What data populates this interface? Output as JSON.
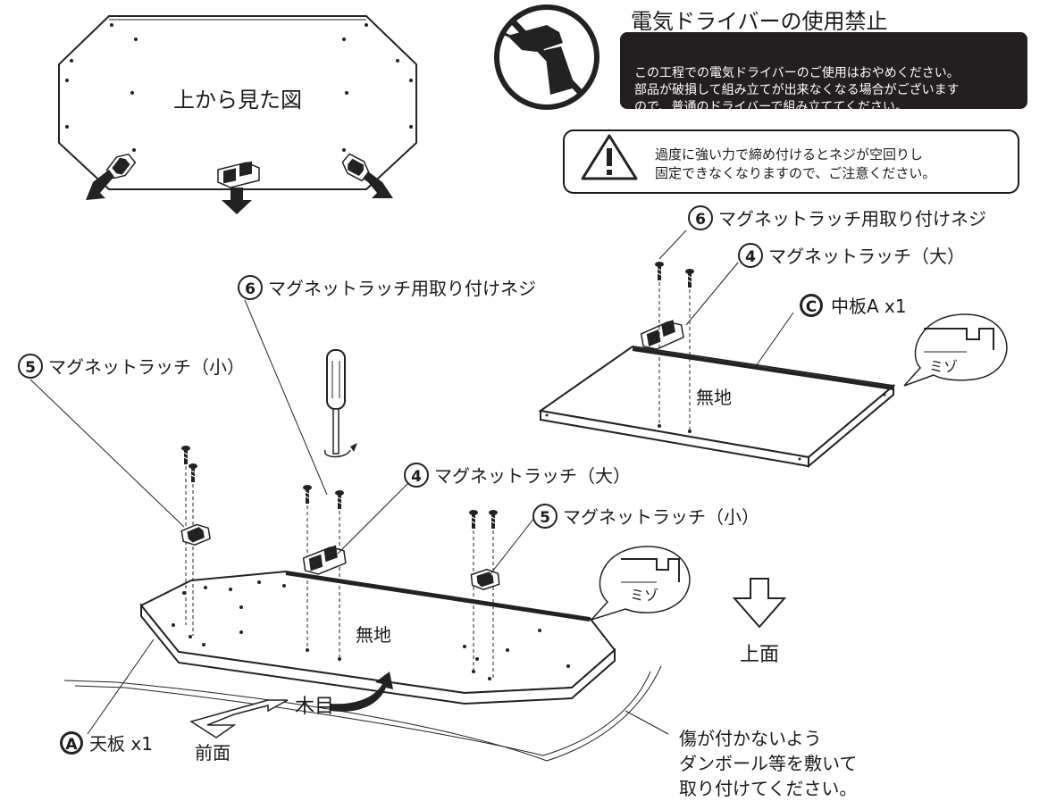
{
  "top_view": {
    "label": "上から見た図"
  },
  "warning": {
    "title": "電気ドライバーの使用禁止",
    "body": "この工程での電気ドライバーのご使用はおやめください。\n部品が破損して組み立てが出来なくなる場合がございます\nので、普通のドライバーで組み立ててください。",
    "icon": "no-electric-drill-icon"
  },
  "caution": {
    "body": "過度に強い力で締め付けるとネジが空回りし\n固定できなくなりますので、ご注意ください。",
    "icon": "exclamation-triangle-icon"
  },
  "parts": {
    "p6_right": {
      "number": "6",
      "label": "マグネットラッチ用取り付けネジ"
    },
    "p4_right": {
      "number": "4",
      "label": "マグネットラッチ（大）"
    },
    "pC": {
      "letter": "C",
      "label": "中板A x1"
    },
    "p6_left": {
      "number": "6",
      "label": "マグネットラッチ用取り付けネジ"
    },
    "p5_left": {
      "number": "5",
      "label": "マグネットラッチ（小）"
    },
    "p4_center": {
      "number": "4",
      "label": "マグネットラッチ（大）"
    },
    "p5_center": {
      "number": "5",
      "label": "マグネットラッチ（小）"
    },
    "pA": {
      "letter": "A",
      "label": "天板 x1"
    }
  },
  "labels": {
    "plain_c": "無地",
    "plain_a": "無地",
    "groove_1": "ミゾ",
    "groove_2": "ミゾ",
    "top_face": "上面",
    "wood_grain": "木目",
    "front_face": "前面",
    "cardboard_note": [
      "傷が付かないよう",
      "ダンボール等を敷いて",
      "取り付けてください。"
    ]
  }
}
